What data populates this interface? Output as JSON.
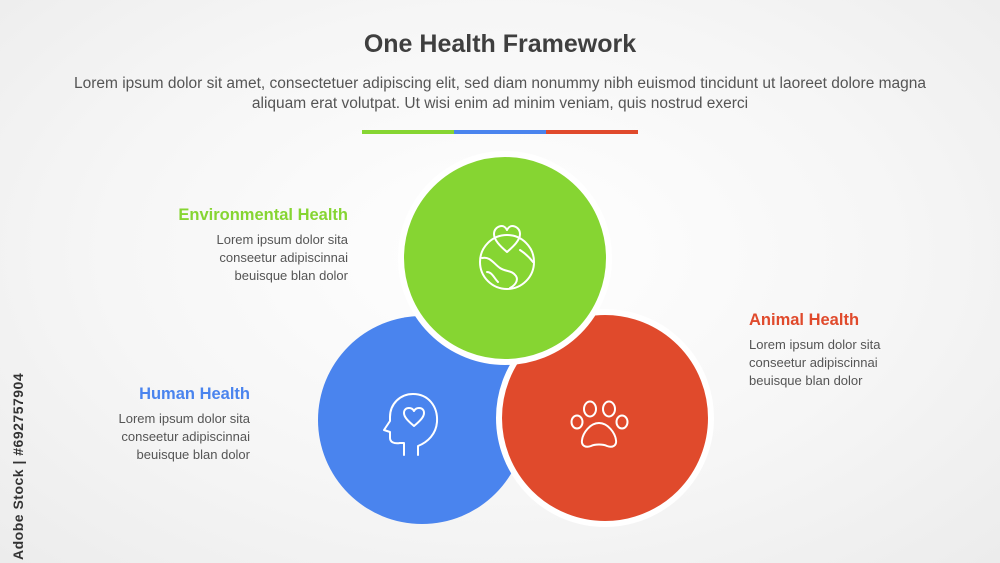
{
  "title": "One Health Framework",
  "subtitle": "Lorem ipsum dolor sit amet, consectetuer adipiscing elit, sed diam nonummy nibh euismod tincidunt ut laoreet dolore magna aliquam erat volutpat. Ut wisi enim ad minim veniam, quis nostrud exerci",
  "colors": {
    "green": "#86d532",
    "blue": "#4a84ee",
    "red": "#e04a2c"
  },
  "sections": {
    "environmental": {
      "heading": "Environmental Health",
      "body": "Lorem ipsum dolor sita conseetur adipiscinnai beuisque blan dolor",
      "icon": "earth-heart-icon"
    },
    "human": {
      "heading": "Human Health",
      "body": "Lorem ipsum dolor sita conseetur adipiscinnai beuisque blan dolor",
      "icon": "head-heart-icon"
    },
    "animal": {
      "heading": "Animal Health",
      "body": "Lorem ipsum dolor sita conseetur adipiscinnai beuisque blan dolor",
      "icon": "paw-icon"
    }
  },
  "watermark": "Adobe Stock | #692757904"
}
